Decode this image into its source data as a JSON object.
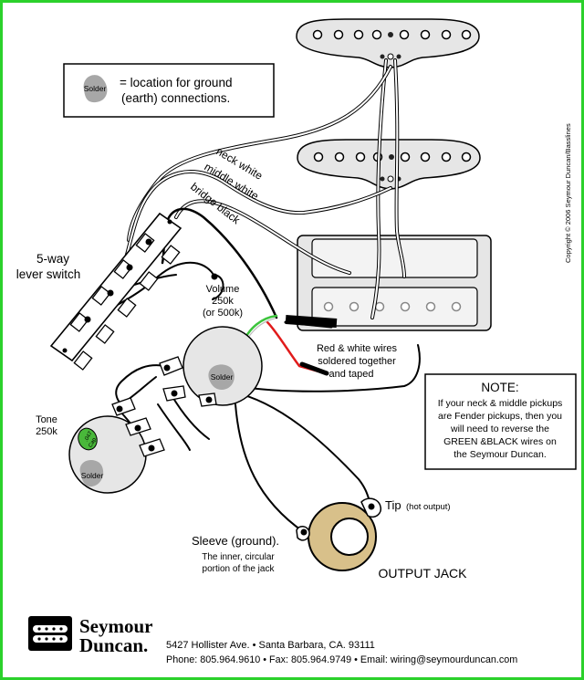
{
  "legend": {
    "solder_label": "Solder",
    "text_line1": "= location for ground",
    "text_line2": "(earth) connections."
  },
  "switch": {
    "label_line1": "5-way",
    "label_line2": "lever switch"
  },
  "wires": {
    "neck": "neck white",
    "middle": "middle white",
    "bridge": "bridge black"
  },
  "volume": {
    "line1": "Volume",
    "line2": "250k",
    "line3": "(or 500k)",
    "solder_label": "Solder"
  },
  "tone": {
    "line1": "Tone",
    "line2": "250k",
    "solder_label": "Solder",
    "cap_label_line1": ".047",
    "cap_label_line2": "Cap."
  },
  "red_white_note": {
    "line1": "Red & white wires",
    "line2": "soldered together",
    "line3": "and taped"
  },
  "note_box": {
    "title": "NOTE:",
    "lines": [
      "If your neck & middle pickups",
      "are Fender pickups, then you",
      "will need to reverse the",
      "GREEN &BLACK wires on",
      "the Seymour Duncan."
    ]
  },
  "jack": {
    "tip_label": "Tip",
    "tip_note": "(hot output)",
    "sleeve_label": "Sleeve (ground).",
    "sleeve_line2": "The inner, circular",
    "sleeve_line3": "portion of the jack",
    "output_label": "OUTPUT JACK"
  },
  "copyright": "Copyright © 2006 Seymour Duncan/Basslines",
  "footer": {
    "brand_line1": "Seymour",
    "brand_line2": "Duncan.",
    "address": "5427 Hollister Ave.  •  Santa Barbara, CA. 93111",
    "contact": "Phone: 805.964.9610  •  Fax: 805.964.9749  •  Email: wiring@seymourduncan.com"
  },
  "colors": {
    "frame": "#2bd12b",
    "pickup_body": "#e6e6e6",
    "solder_spot": "#a7a7a7",
    "jack_ring": "#d8c08a",
    "cap_green": "#49b83a",
    "red_wire": "#e11b1b",
    "green_wire": "#3cc43c"
  }
}
